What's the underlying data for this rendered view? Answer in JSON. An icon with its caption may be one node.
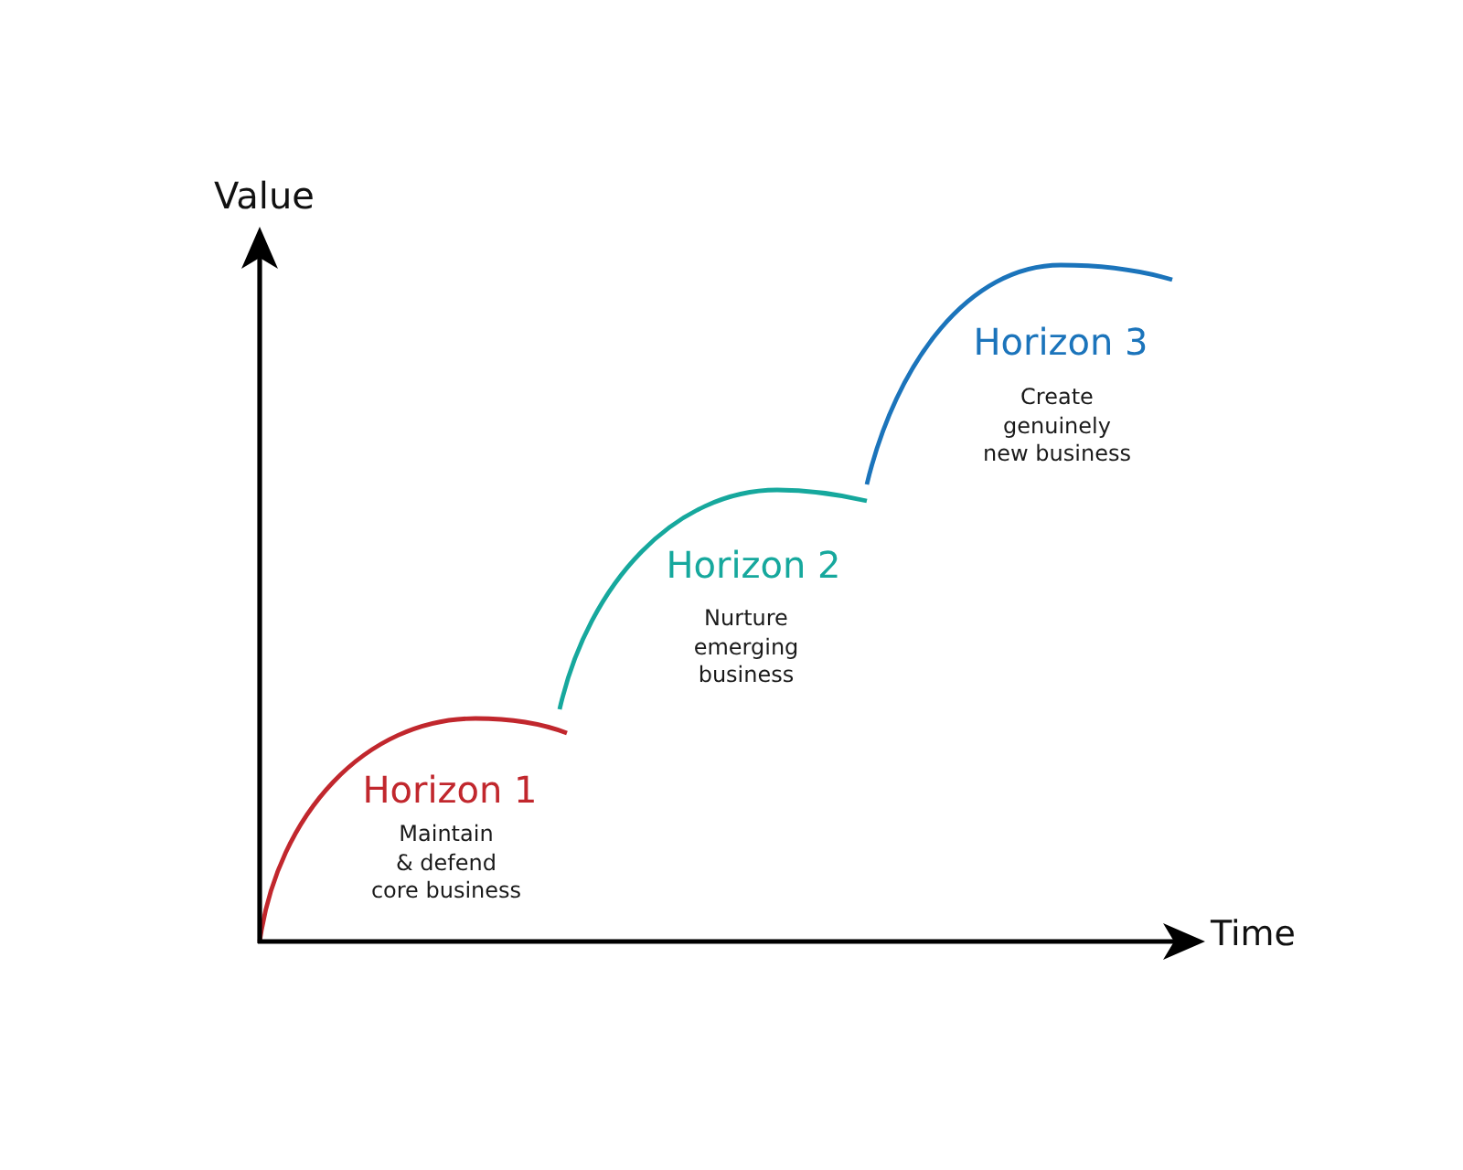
{
  "diagram": {
    "labels": [
      "Value",
      "Horizon 3",
      "Create genuinely new business",
      "Horizon 2",
      "Nurture emerging business",
      "Horizon 1",
      "Maintain & defend core business",
      "Time"
    ]
  }
}
